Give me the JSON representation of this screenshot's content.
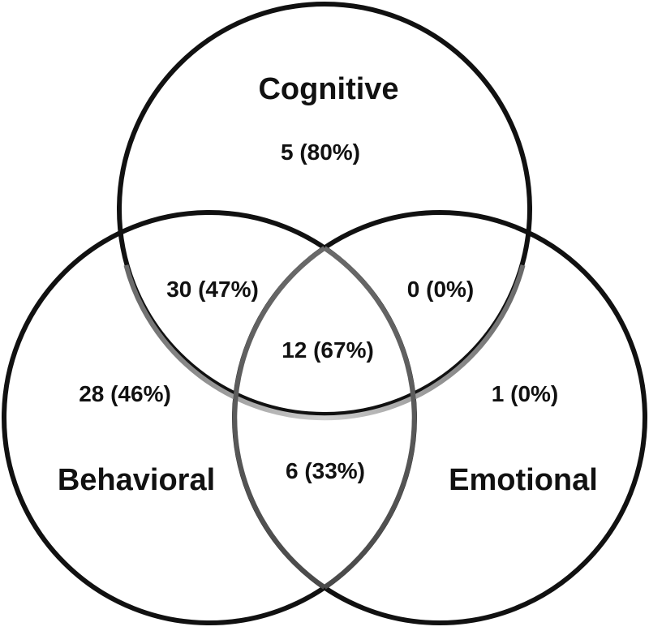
{
  "sets": {
    "cognitive": "Cognitive",
    "behavioral": "Behavioral",
    "emotional": "Emotional"
  },
  "regions": {
    "cognitive_only": "5 (80%)",
    "cognitive_behavioral": "30 (47%)",
    "cognitive_emotional": "0 (0%)",
    "all_three": "12 (67%)",
    "behavioral_only": "28 (46%)",
    "emotional_only": "1 (0%)",
    "behavioral_emotional": "6 (33%)"
  },
  "colors": {
    "outline": "#111111",
    "inner_arc_dark": "#666666",
    "inner_arc_light": "#c8c8c8",
    "background": "#ffffff"
  }
}
